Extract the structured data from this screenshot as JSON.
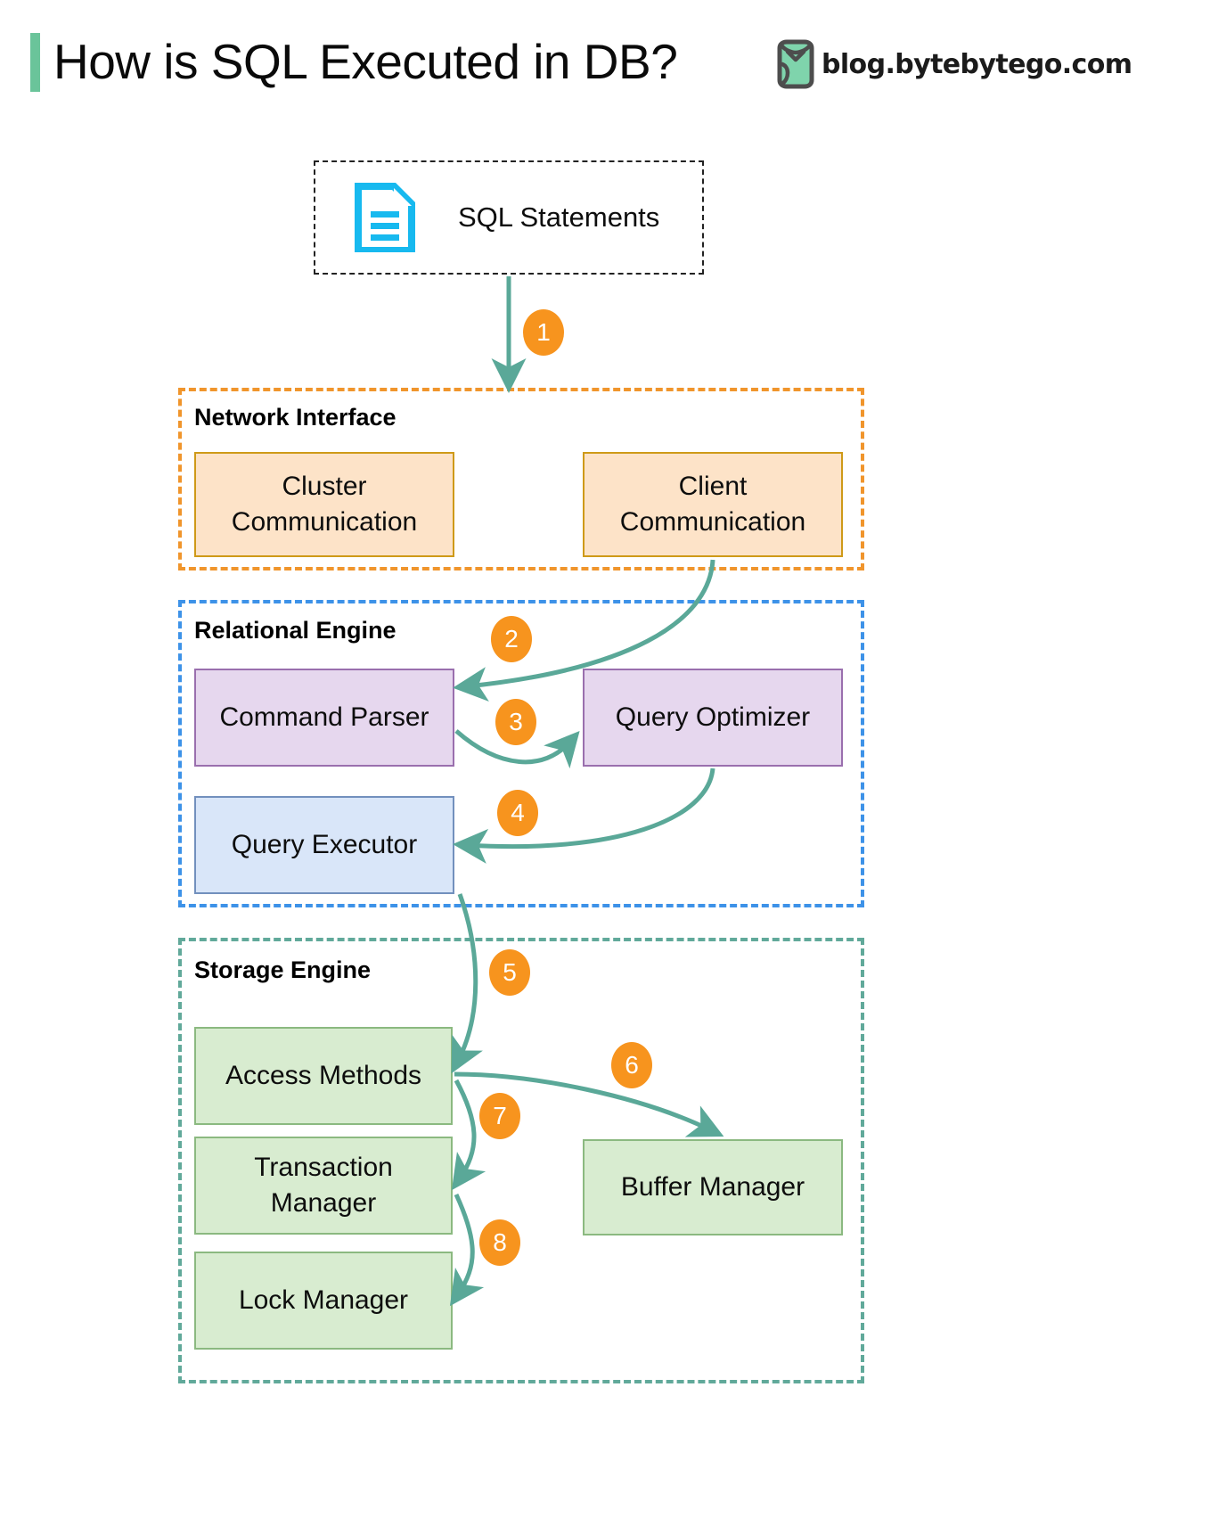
{
  "header": {
    "title": "How is SQL Executed in DB?",
    "brand_text": "blog.bytebytego.com",
    "accent_color": "#6ac49a",
    "logo_icon": "bytebytego-logo-icon"
  },
  "source": {
    "label": "SQL Statements",
    "icon": "document-icon",
    "icon_color": "#17b9ef",
    "border_style": "dashed",
    "border_color": "#222222"
  },
  "sections": [
    {
      "id": "network",
      "title": "Network Interface",
      "border_color": "#f0952c",
      "node_fill": "#fde3c8",
      "node_border": "#cf9a18",
      "nodes": [
        {
          "id": "cluster-communication",
          "label": "Cluster\nCommunication",
          "line1": "Cluster",
          "line2": "Communication"
        },
        {
          "id": "client-communication",
          "label": "Client\nCommunication",
          "line1": "Client",
          "line2": "Communication"
        }
      ]
    },
    {
      "id": "relational",
      "title": "Relational Engine",
      "border_color": "#3d92e8",
      "nodes": [
        {
          "id": "command-parser",
          "label": "Command Parser",
          "fill": "#e6d7ee",
          "border": "#9a6fae"
        },
        {
          "id": "query-optimizer",
          "label": "Query Optimizer",
          "fill": "#e6d7ee",
          "border": "#9a6fae"
        },
        {
          "id": "query-executor",
          "label": "Query Executor",
          "fill": "#d9e6f9",
          "border": "#7290bd"
        }
      ]
    },
    {
      "id": "storage",
      "title": "Storage Engine",
      "border_color": "#61a99a",
      "node_fill": "#d8ecd0",
      "node_border": "#8bb980",
      "nodes": [
        {
          "id": "access-methods",
          "label": "Access Methods"
        },
        {
          "id": "transaction-manager",
          "label": "Transaction\nManager",
          "line1": "Transaction",
          "line2": "Manager"
        },
        {
          "id": "lock-manager",
          "label": "Lock Manager"
        },
        {
          "id": "buffer-manager",
          "label": "Buffer Manager"
        }
      ]
    }
  ],
  "steps": [
    {
      "n": "1",
      "from": "sql-statements",
      "to": "network-interface"
    },
    {
      "n": "2",
      "from": "client-communication",
      "to": "command-parser"
    },
    {
      "n": "3",
      "from": "command-parser",
      "to": "query-optimizer"
    },
    {
      "n": "4",
      "from": "query-optimizer",
      "to": "query-executor"
    },
    {
      "n": "5",
      "from": "query-executor",
      "to": "access-methods"
    },
    {
      "n": "6",
      "from": "access-methods",
      "to": "buffer-manager"
    },
    {
      "n": "7",
      "from": "access-methods",
      "to": "transaction-manager"
    },
    {
      "n": "8",
      "from": "transaction-manager",
      "to": "lock-manager"
    }
  ],
  "colors": {
    "arrow": "#5aa898",
    "badge": "#f7941e",
    "badge_text": "#ffffff",
    "background": "#ffffff"
  }
}
